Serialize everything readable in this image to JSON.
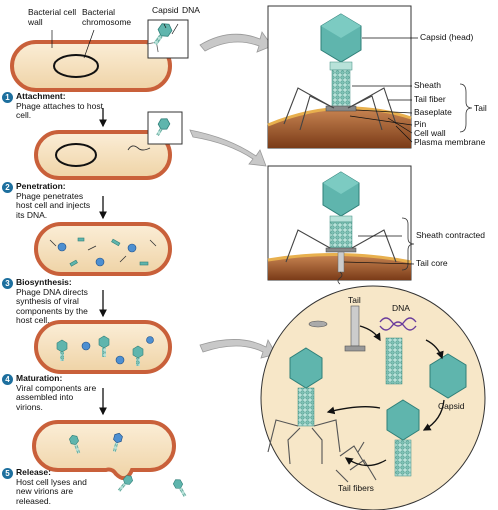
{
  "labels": {
    "bacterial_cell_wall": "Bacterial cell wall",
    "bacterial_chromosome": "Bacterial chromosome",
    "capsid": "Capsid",
    "dna": "DNA"
  },
  "steps": [
    {
      "num": "1",
      "title": "Attachment:",
      "desc": "Phage attaches to host cell."
    },
    {
      "num": "2",
      "title": "Penetration:",
      "desc": "Phage penetrates host cell and injects its DNA."
    },
    {
      "num": "3",
      "title": "Biosynthesis:",
      "desc": "Phage DNA directs synthesis of viral components by the host cell."
    },
    {
      "num": "4",
      "title": "Maturation:",
      "desc": "Viral components are assembled into virions."
    },
    {
      "num": "5",
      "title": "Release:",
      "desc": "Host cell lyses and new virions are released."
    }
  ],
  "detail1": {
    "capsid_head": "Capsid (head)",
    "sheath": "Sheath",
    "tail_fiber": "Tail fiber",
    "baseplate": "Baseplate",
    "pin": "Pin",
    "cell_wall": "Cell wall",
    "plasma_membrane": "Plasma membrane",
    "tail": "Tail"
  },
  "detail2": {
    "sheath_contracted": "Sheath contracted",
    "tail_core": "Tail core"
  },
  "assembly": {
    "tail": "Tail",
    "dna": "DNA",
    "capsid": "Capsid",
    "tail_fibers": "Tail fibers"
  },
  "colors": {
    "cell_fill": "#f7e7c8",
    "cell_wall": "#c9603a",
    "capsid": "#5fb5ad",
    "capsid_dark": "#2f7f78",
    "sheath": "#9fd3c9",
    "step_badge": "#1d6f9e",
    "arrow": "#b3b3b3"
  }
}
